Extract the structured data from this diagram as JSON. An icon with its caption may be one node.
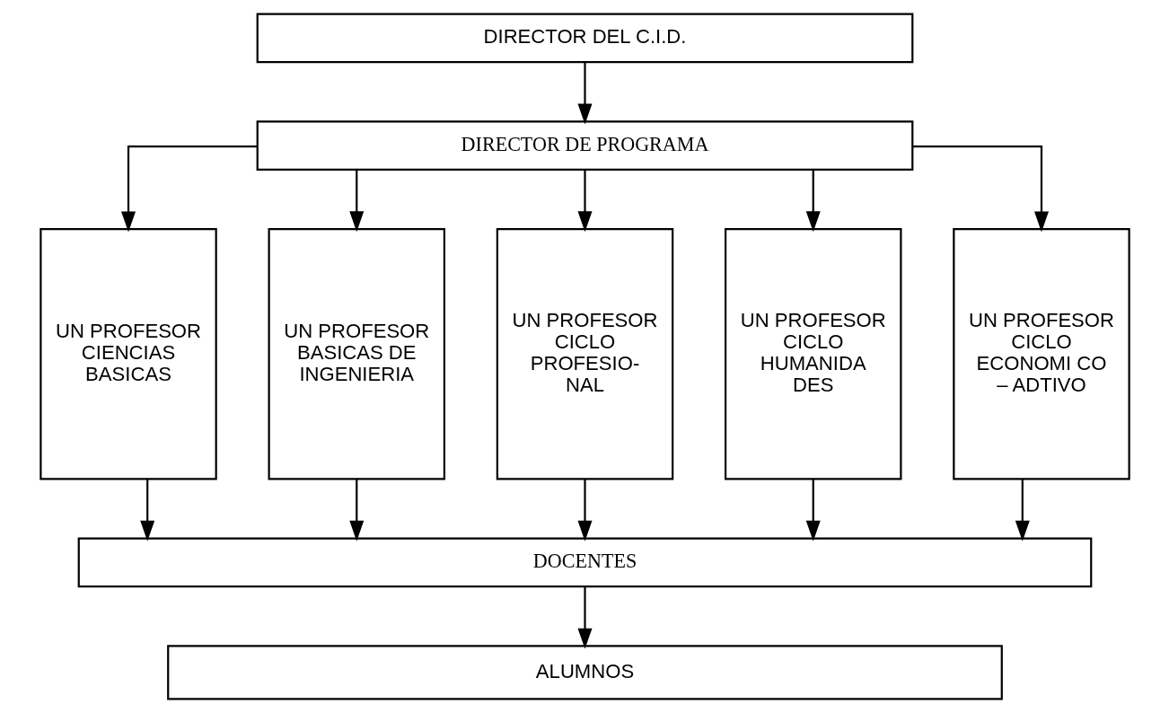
{
  "diagram": {
    "nodes": [
      {
        "text": [
          "DIRECTOR DEL C.I.D."
        ]
      },
      {
        "text": [
          "DIRECTOR DE PROGRAMA"
        ]
      },
      {
        "text": [
          "UN PROFESOR CIENCIAS BASICAS"
        ]
      },
      {
        "text": [
          "UN PROFESOR BASICAS DE INGENIERIA"
        ]
      },
      {
        "text": [
          "UN PROFESOR CICLO PROFESIO- NAL"
        ]
      },
      {
        "text": [
          "UN PROFESOR CICLO HUMANIDA DES"
        ]
      },
      {
        "text": [
          "UN PROFESOR CICLO ECONOMI CO – ADTIVO"
        ]
      },
      {
        "text": [
          "DOCENTES"
        ]
      },
      {
        "text": [
          "ALUMNOS"
        ]
      }
    ],
    "edges": [
      {
        "from": 0,
        "to": 1,
        "arrow": "to"
      },
      {
        "from": 1,
        "to": 2,
        "arrow": "to"
      },
      {
        "from": 1,
        "to": 3,
        "arrow": "to"
      },
      {
        "from": 1,
        "to": 4,
        "arrow": "to"
      },
      {
        "from": 1,
        "to": 5,
        "arrow": "to"
      },
      {
        "from": 1,
        "to": 6,
        "arrow": "to"
      },
      {
        "from": 2,
        "to": 7,
        "arrow": "to"
      },
      {
        "from": 3,
        "to": 7,
        "arrow": "to"
      },
      {
        "from": 4,
        "to": 7,
        "arrow": "to"
      },
      {
        "from": 5,
        "to": 7,
        "arrow": "to"
      },
      {
        "from": 6,
        "to": 7,
        "arrow": "to"
      },
      {
        "from": 7,
        "to": 8,
        "arrow": "to"
      }
    ]
  }
}
